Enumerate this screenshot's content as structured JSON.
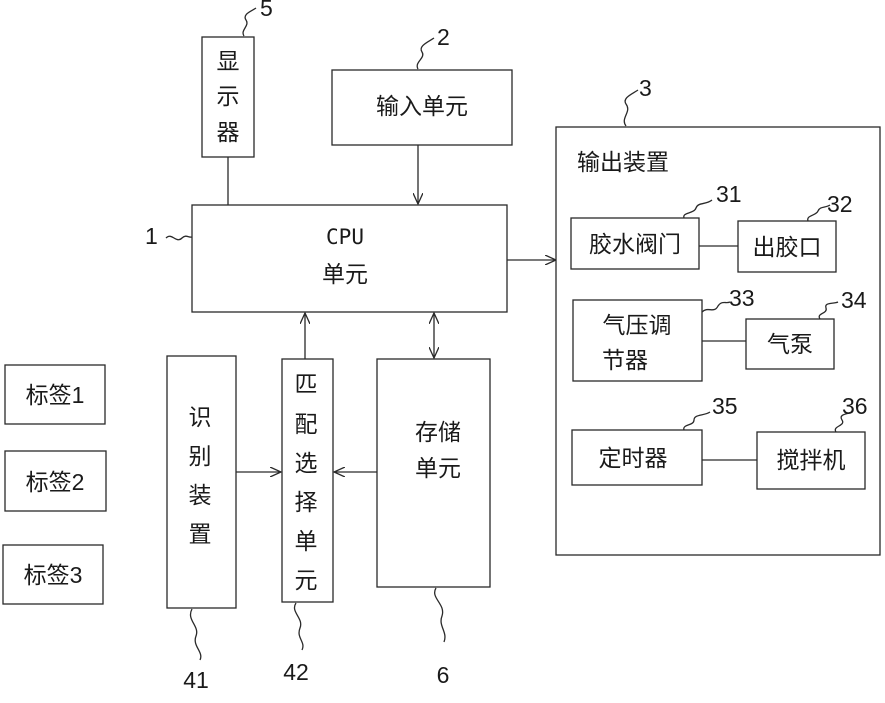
{
  "display": {
    "label": [
      "显",
      "示",
      "器"
    ],
    "ref": "5"
  },
  "input_unit": {
    "label": "输入单元",
    "ref": "2"
  },
  "cpu_unit": {
    "line1": "CPU",
    "line2": "单元",
    "ref": "1"
  },
  "output_device": {
    "title": "输出装置",
    "ref": "3",
    "glue_valve": {
      "label": "胶水阀门",
      "ref": "31"
    },
    "glue_outlet": {
      "label": "出胶口",
      "ref": "32"
    },
    "pressure_regulator": {
      "line1": "气压调",
      "line2": "节器",
      "ref": "33"
    },
    "air_pump": {
      "label": "气泵",
      "ref": "34"
    },
    "timer": {
      "label": "定时器",
      "ref": "35"
    },
    "mixer": {
      "label": "搅拌机",
      "ref": "36"
    }
  },
  "tags": [
    "标签1",
    "标签2",
    "标签3"
  ],
  "recognition_device": {
    "label": [
      "识",
      "别",
      "装",
      "置"
    ],
    "ref": "41"
  },
  "matching_unit": {
    "label": [
      "匹",
      "配",
      "选",
      "择",
      "单",
      "元"
    ],
    "ref": "42"
  },
  "storage_unit": {
    "line1": "存储",
    "line2": "单元",
    "ref": "6"
  }
}
